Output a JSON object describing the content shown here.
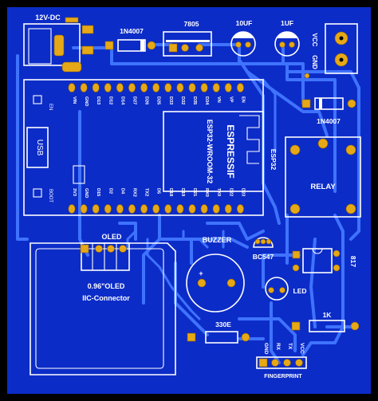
{
  "colors": {
    "board": "#0c2cc8",
    "trace": "#3f73ff",
    "pad": "#e6a817",
    "silk": "#ffffff",
    "background": "#000000"
  },
  "labels": {
    "dc_jack": "12V-DC",
    "diode_top": "1N4007",
    "regulator": "7805",
    "cap_10uf": "10UF",
    "cap_1uf": "1UF",
    "vcc": "VCC",
    "gnd": "GND",
    "en": "EN",
    "usb": "USB",
    "boot": "BOOT",
    "espressif": "ESPRESSIF",
    "module": "ESP32-WROOM-32",
    "esp32": "ESP32",
    "diode_right": "1N4007",
    "relay": "RELAY",
    "oled_conn": "OLED",
    "oled_title": "0.96\"OLED",
    "oled_sub": "IIC-Connector",
    "buzzer": "BUZZER",
    "buzzer_plus": "+",
    "transistor": "BC547",
    "transistor_2": "817",
    "led": "LED",
    "res_330": "330E",
    "res_1k": "1K",
    "fingerprint": "FINGERPRINT",
    "fp_pins": [
      "GND",
      "RX",
      "TX",
      "VCC"
    ]
  },
  "esp32_pins_top": [
    "VIN",
    "GND",
    "D13",
    "D12",
    "D14",
    "D27",
    "D26",
    "D25",
    "D33",
    "D32",
    "D35",
    "D34",
    "VN",
    "VP",
    "EN"
  ],
  "esp32_pins_bottom": [
    "3V3",
    "GND",
    "D15",
    "D2",
    "D4",
    "RX2",
    "TX2",
    "D5",
    "D18",
    "D19",
    "D21",
    "RX0",
    "TX0",
    "D22",
    "D23"
  ]
}
